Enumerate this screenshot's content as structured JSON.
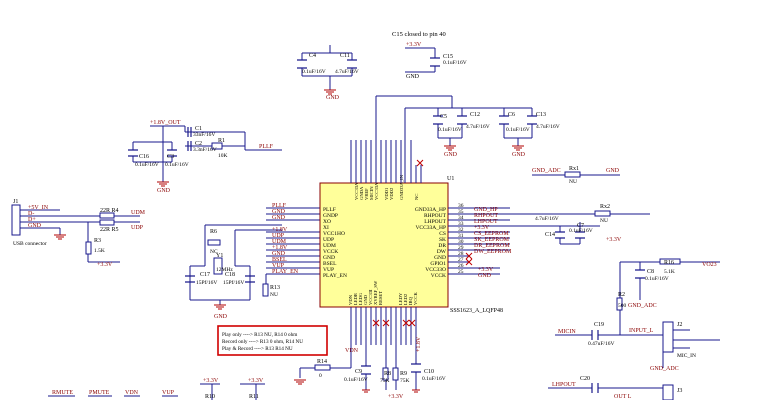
{
  "header_note": "C15 closed to pin 40",
  "ic": {
    "ref": "U1",
    "part": "SSS1623_A_LQFP48",
    "left_pins": [
      "PLLF",
      "GNDP",
      "XO",
      "XI",
      "VCC1HO",
      "UDP",
      "UDM",
      "VCCK",
      "GND",
      "BSEL",
      "VUP",
      "PLAY_EN"
    ],
    "right_pins": [
      "GND33A_HP",
      "RHPOUT",
      "LHPOUT",
      "VCC33A_HP",
      "CS",
      "SK",
      "DR",
      "DW",
      "GND",
      "GPIO1",
      "VCC33O",
      "VCCK"
    ],
    "right_nums": [
      "36",
      "35",
      "34",
      "33",
      "32",
      "31",
      "30",
      "29",
      "28",
      "27",
      "26",
      "25"
    ],
    "top_pins": [
      "VCC33A",
      "GNDA",
      "VREF",
      "MICIN",
      "VCC33A",
      "VDD1",
      "VDD2",
      "GND33A_IN",
      "NC"
    ],
    "bottom_pins": [
      "VDN",
      "LEDR",
      "LEDG",
      "GND",
      "VCC33I",
      "XVREF_SW",
      "RESET",
      "LEDY",
      "LED2",
      "IRQ",
      "VCCK"
    ]
  },
  "left_nets": [
    "PLLF",
    "GND",
    "GND",
    "+1.8V",
    "UDP",
    "UDM",
    "+1.8V",
    "GND",
    "BSEL",
    "VUP",
    "PLAY_EN"
  ],
  "right_nets": [
    "GND_HP",
    "RHPOUT",
    "LHPOUT",
    "+3.3V",
    "CS_EEPROM",
    "SK_EEPROM",
    "DR_EEPROM",
    "DW_EEPROM",
    "+3.3V",
    "GND"
  ],
  "usb": {
    "ref": "J1",
    "name": "USB connector",
    "pins": [
      "+5V_IN",
      "D-",
      "D+",
      "GND"
    ],
    "r4": "22R  R4",
    "r5": "22R  R5",
    "r3": "R3",
    "r3_val": "1.5K",
    "udm": "UDM",
    "udp": "UDP",
    "vcc": "+3.3V"
  },
  "crystal": {
    "r6": "R6",
    "r6_val": "NC",
    "y1": "Y1",
    "freq": "12MHz",
    "c17": "C17",
    "c18": "C18",
    "c17_val": "15Pf/16V",
    "c18_val": "15Pf/16V"
  },
  "pll": {
    "net": "+1.8V_OUT",
    "c1": "C1",
    "c1_val": "33nF/16V",
    "c2": "C2",
    "c2_val": "3.3nF/16V",
    "r1": "R1",
    "r1_val": "10K",
    "c16": "C16",
    "c16_val": "0.1uF/16V",
    "c3": "C3",
    "c3_val": "0.1uF/16V",
    "pllf": "PLLF"
  },
  "top_caps": [
    {
      "ref": "C4",
      "val": "0.1uF/16V"
    },
    {
      "ref": "C11",
      "val": "4.7uF/16V"
    },
    {
      "ref": "C15",
      "val": "0.1uF/16V"
    },
    {
      "ref": "C5",
      "val": "0.1uF/16V"
    },
    {
      "ref": "C12",
      "val": "4.7uF/16V"
    },
    {
      "ref": "C6",
      "val": "0.1uF/16V"
    },
    {
      "ref": "C13",
      "val": "4.7uF/16V"
    }
  ],
  "right_side": {
    "gnd_adc": "GND_ADC",
    "rx1": "Rx1",
    "rx1_val": "NU",
    "gnd": "GND",
    "rx2": "Rx2",
    "rx2_val": "NU",
    "c7": "C7",
    "c7_val": "0.1uF/16V",
    "c14": "C14",
    "c14_val": "4.7uF/16V",
    "v33": "+3.3V",
    "c8": "C8",
    "c8_val": "0.1uF/16V",
    "r16": "R16",
    "r16_val": "5.1K",
    "vo23": "VO23",
    "r2": "R2",
    "r2_val": "500",
    "gnd_adc2": "GND_ADC",
    "micin": "MICIN",
    "c19": "C19",
    "c19_val": "0.47uF/16V",
    "input_l": "INPUT_L",
    "j2": "J2",
    "mic_in": "MIC_IN",
    "gnd_adc3": "GND_ADC",
    "lhpout": "LHPOUT",
    "c20": "C20",
    "out_l": "OUT L",
    "j3": "J3"
  },
  "note_box": [
    "Play only ----> R13 NU, R14 0 ohm",
    "Record only ----> R13 0 ohm, R14 NU",
    "Play & Record ----> R13 R14 NU"
  ],
  "bottom": {
    "r13": "R13",
    "r13_val": "NU",
    "r14": "R14",
    "r14_val": "0",
    "c9": "C9",
    "c9_val": "0.1uF/16V",
    "r8": "R8",
    "r8_val": "75K",
    "r9": "R9",
    "r9_val": "75K",
    "c10": "C10",
    "c10_val": "0.1uF/16V",
    "gnd": "GND",
    "v33": "+3.3V",
    "v18": "+1.8V",
    "vdn": "VDN",
    "nets": [
      "RMUTE",
      "PMUTE",
      "VDN",
      "VUP"
    ],
    "r10": "R10",
    "r11": "R11"
  }
}
